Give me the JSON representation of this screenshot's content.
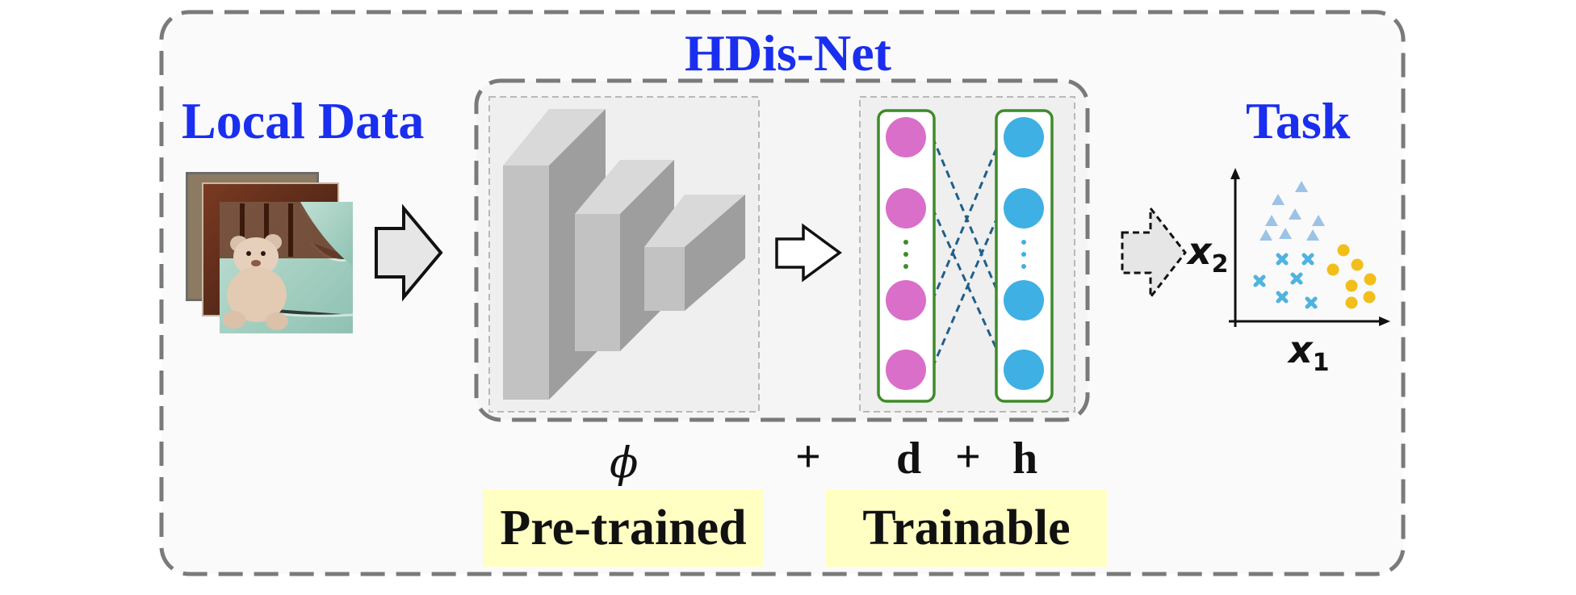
{
  "titles": {
    "network": "HDis-Net",
    "input": "Local Data",
    "task": "Task"
  },
  "symbols": {
    "phi": "ϕ",
    "plus1": "+",
    "d": "d",
    "plus2": "+",
    "h": "h"
  },
  "tags": {
    "pretrained": "Pre-trained",
    "trainable": "Trainable"
  },
  "axes": {
    "x1_base": "x",
    "x1_sub": "1",
    "x2_base": "x",
    "x2_sub": "2"
  },
  "colors": {
    "title_blue": "#1a2ef0",
    "tag_bg": "#ffffc4",
    "neuron_pink": "#da6fc9",
    "neuron_blue": "#3fb0e3",
    "layer_border": "#3f8a2a",
    "connection": "#1f5f8a",
    "class_triangle": "#9cc3e6",
    "class_cross": "#4fb3e0",
    "class_circle": "#f2be1a"
  }
}
